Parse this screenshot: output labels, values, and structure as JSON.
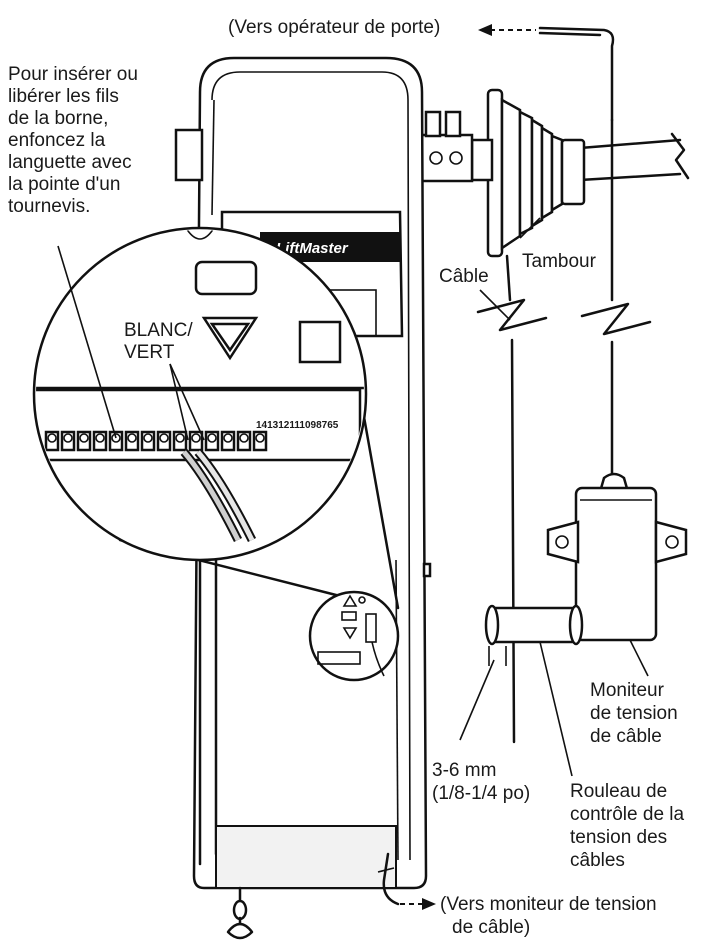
{
  "labels": {
    "to_operator": "(Vers opérateur de porte)",
    "instructions": [
      "Pour insérer ou",
      "libérer les fils",
      "de la borne,",
      "enfoncez la",
      "languette avec",
      "la pointe  d'un",
      "tournevis."
    ],
    "wire_color": [
      "BLANC/",
      "VERT"
    ],
    "terminal_numbers": "141312111098765",
    "brand": "LiftMaster",
    "cable": "Câble",
    "drum": "Tambour",
    "tension_monitor": [
      "Moniteur",
      "de tension",
      "de câble"
    ],
    "gap": [
      "3-6 mm",
      "(1/8-1/4 po)"
    ],
    "roller": [
      "Rouleau de",
      "contrôle de la",
      "tension des",
      "câbles"
    ],
    "to_monitor": [
      "(Vers moniteur de tension",
      "de câble)"
    ]
  },
  "colors": {
    "line": "#111111",
    "background": "#ffffff"
  }
}
